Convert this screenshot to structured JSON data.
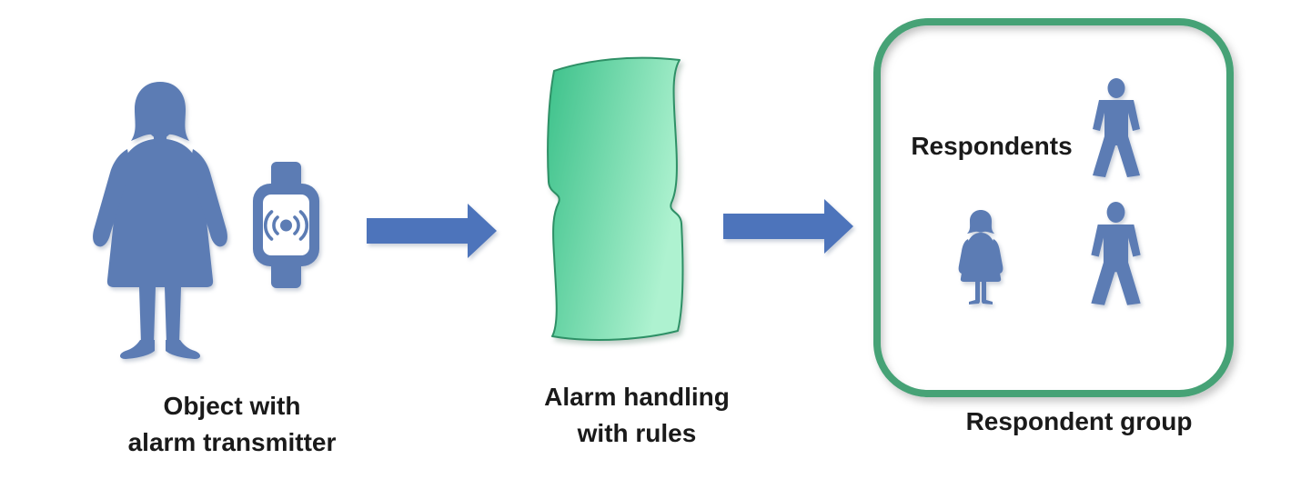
{
  "title": "Alarm flow diagram",
  "colors": {
    "background": "#ffffff",
    "person_blue": "#5c7cb4",
    "arrow_blue": "#4d74bb",
    "wave_green_dark": "#3cc18a",
    "wave_green_light": "#aef2d0",
    "wave_outline": "#2e9066",
    "box_border_green": "#46a276",
    "label_color": "#1a1a1a"
  },
  "nodes": {
    "object": {
      "label_line1": "Object with",
      "label_line2": "alarm transmitter",
      "icons": [
        "woman-silhouette-icon",
        "smartwatch-alarm-icon"
      ]
    },
    "process": {
      "label_line1": "Alarm handling",
      "label_line2": "with rules",
      "shape": "wave"
    },
    "group": {
      "inner_label": "Respondents",
      "label": "Respondent group",
      "icons": [
        "man-silhouette-icon",
        "woman-silhouette-icon",
        "man-silhouette-icon"
      ]
    },
    "connectors": [
      "right-arrow-icon",
      "right-arrow-icon"
    ]
  }
}
